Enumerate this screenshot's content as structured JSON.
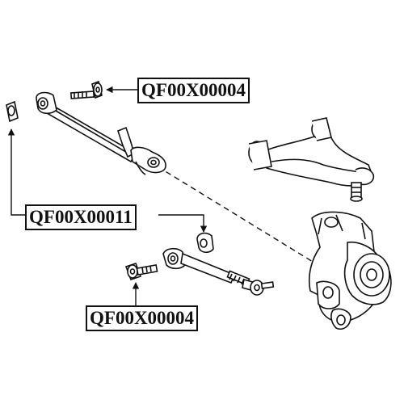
{
  "labels": {
    "top": "QF00X00004",
    "middle": "QF00X00011",
    "bottom": "QF00X00004"
  },
  "colors": {
    "line": "#111111",
    "background": "#ffffff"
  }
}
